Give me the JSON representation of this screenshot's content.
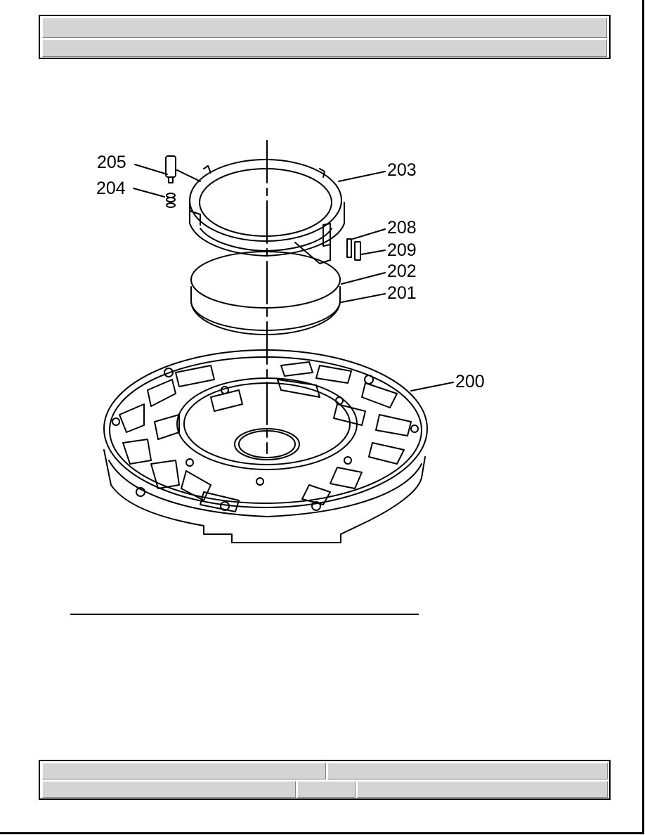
{
  "header": {
    "row1_text": "",
    "row2_text": ""
  },
  "footer": {
    "left_top": "",
    "right_top": "",
    "left_bottom": "",
    "mid_bottom": "",
    "right_bottom": ""
  },
  "figure": {
    "callouts": {
      "c205": "205",
      "c204": "204",
      "c203": "203",
      "c208": "208",
      "c209": "209",
      "c202": "202",
      "c201": "201",
      "c200": "200"
    }
  }
}
